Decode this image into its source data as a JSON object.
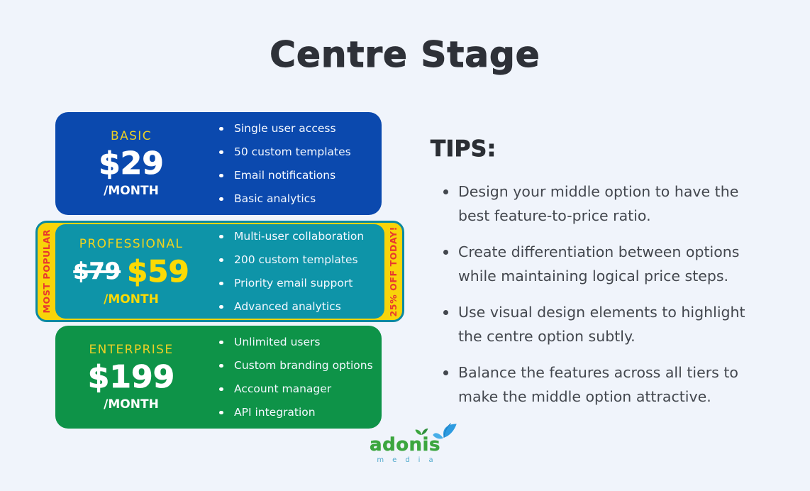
{
  "page": {
    "title": "Centre Stage"
  },
  "plans": [
    {
      "id": "basic",
      "name": "BASIC",
      "price": "$29",
      "period": "/MONTH",
      "features": [
        "Single user access",
        "50 custom templates",
        "Email notifications",
        "Basic analytics"
      ]
    },
    {
      "id": "professional",
      "name": "PROFESSIONAL",
      "old_price": "$79",
      "price": "$59",
      "period": "/MONTH",
      "left_ribbon": "MOST POPULAR",
      "right_ribbon": "25% OFF TODAY!",
      "features": [
        "Multi-user collaboration",
        "200 custom templates",
        "Priority email support",
        "Advanced analytics"
      ]
    },
    {
      "id": "enterprise",
      "name": "ENTERPRISE",
      "price": "$199",
      "period": "/MONTH",
      "features": [
        "Unlimited users",
        "Custom branding options",
        "Account manager",
        "API integration"
      ]
    }
  ],
  "tips": {
    "heading": "TIPS:",
    "items": [
      [
        "Design your middle option to have the",
        "best feature-to-price ratio."
      ],
      [
        "Create differentiation between options",
        "while maintaining logical price steps."
      ],
      [
        "Use visual design elements to highlight",
        "the centre option subtly."
      ],
      [
        "Balance the features across all tiers to",
        "make the middle option attractive."
      ]
    ]
  },
  "logo": {
    "name": "adonis",
    "subtext": "media"
  },
  "colors": {
    "background": "#F0F4FB",
    "title_text": "#2E3138",
    "basic_bg": "#0B49AE",
    "professional_bg": "#0E94A8",
    "enterprise_bg": "#0E9348",
    "highlight_yellow": "#F8D40A",
    "ribbon_text_red": "#E8392E",
    "pro_price_yellow": "#FBDA05",
    "tier_label_yellow": "#ECD026",
    "card_text_white": "#FFFFFF",
    "tips_text": "#43474E",
    "logo_green": "#3CA63F",
    "logo_media_teal": "#4FA9CC",
    "butterfly_blue": "#2D9BE0"
  }
}
